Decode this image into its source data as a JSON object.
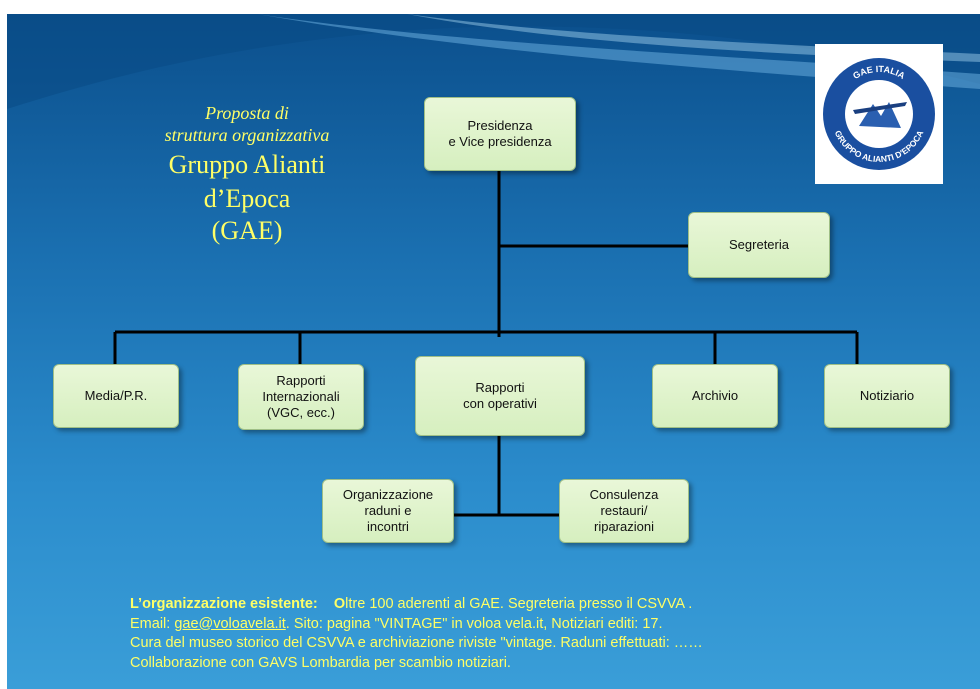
{
  "title": {
    "line1": "Proposta di",
    "line2": "struttura  organizzativa",
    "line3": "Gruppo Alianti d’Epoca",
    "line4": "(GAE)"
  },
  "logo": {
    "text_top": "GAE ITALIA",
    "text_bottom": "GRUPPO ALIANTI D'EPOCA"
  },
  "nodes": {
    "presidenza": [
      "Presidenza",
      "e Vice presidenza"
    ],
    "segreteria": [
      "Segreteria"
    ],
    "media": [
      "Media/P.R."
    ],
    "rapporti_int": [
      "Rapporti",
      "Internazionali",
      "(VGC, ecc.)"
    ],
    "rapporti_op": [
      "Rapporti",
      "con operativi"
    ],
    "archivio": [
      "Archivio"
    ],
    "notiziario": [
      "Notiziario"
    ],
    "organizzazione": [
      "Organizzazione",
      "raduni e",
      "incontri"
    ],
    "consulenza": [
      "Consulenza",
      "restauri/",
      "riparazioni"
    ]
  },
  "footer": {
    "line1_bold": "L’organizzazione esistente:",
    "line1_o": "O",
    "line1_rest": "ltre 100 aderenti al GAE.       Segreteria presso il CSVVA .",
    "line2_pre": "Email: ",
    "line2_link": "gae@voloavela.it",
    "line2_post": ".    Sito: pagina \"VINTAGE\" in voloa vela.it,        Notiziari editi: 17.",
    "line3": "Cura del museo storico del CSVVA e archiviazione riviste \"vintage.  Raduni effettuati: ……",
    "line4": "Collaborazione con GAVS Lombardia  per scambio notiziari."
  }
}
